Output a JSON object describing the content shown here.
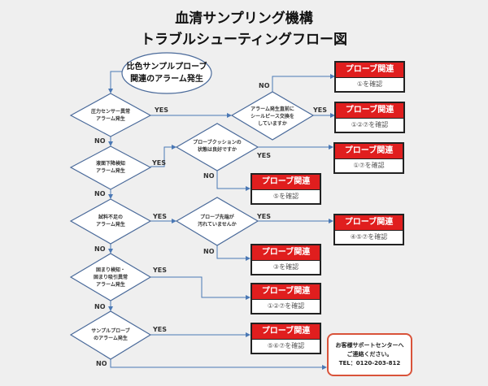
{
  "title": {
    "line1": "血清サンプリング機構",
    "line2": "トラブルシューティングフロー図"
  },
  "start": {
    "line1": "比色サンプルプローブ",
    "line2": "関連のアラーム発生"
  },
  "decisions": [
    {
      "lines": [
        "圧力センサー異常",
        "アラーム発生"
      ]
    },
    {
      "lines": [
        "液面下降検知",
        "アラーム発生"
      ]
    },
    {
      "lines": [
        "試料不足の",
        "アラーム発生"
      ]
    },
    {
      "lines": [
        "固まり検知・",
        "固まり吸引異常",
        "アラーム発生"
      ]
    },
    {
      "lines": [
        "サンプルプローブ",
        "のアラーム発生"
      ]
    },
    {
      "lines": [
        "アラーム発生直前に",
        "シールピース交換を",
        "していますか"
      ]
    },
    {
      "lines": [
        "プローブクッションの",
        "状態は良好ですか"
      ]
    },
    {
      "lines": [
        "プローブ先端が",
        "汚れていませんか"
      ]
    }
  ],
  "results": [
    {
      "header": "プローブ関連",
      "body": "①を確認"
    },
    {
      "header": "プローブ関連",
      "body": "①②⑦を確認"
    },
    {
      "header": "プローブ関連",
      "body": "①⑦を確認"
    },
    {
      "header": "プローブ関連",
      "body": "⑤を確認"
    },
    {
      "header": "プローブ関連",
      "body": "④⑤⑦を確認"
    },
    {
      "header": "プローブ関連",
      "body": "③を確認"
    },
    {
      "header": "プローブ関連",
      "body": "①②⑦を確認"
    },
    {
      "header": "プローブ関連",
      "body": "⑤⑥⑦を確認"
    }
  ],
  "support": {
    "line1": "お客様サポートセンターへ",
    "line2": "ご連絡ください。",
    "line3": "TEL：0120-203-812"
  },
  "labels": {
    "yes": "YES",
    "no": "NO"
  },
  "colors": {
    "line": "#4a78b5",
    "header": "#e01e1e",
    "support_border": "#d9533a"
  }
}
